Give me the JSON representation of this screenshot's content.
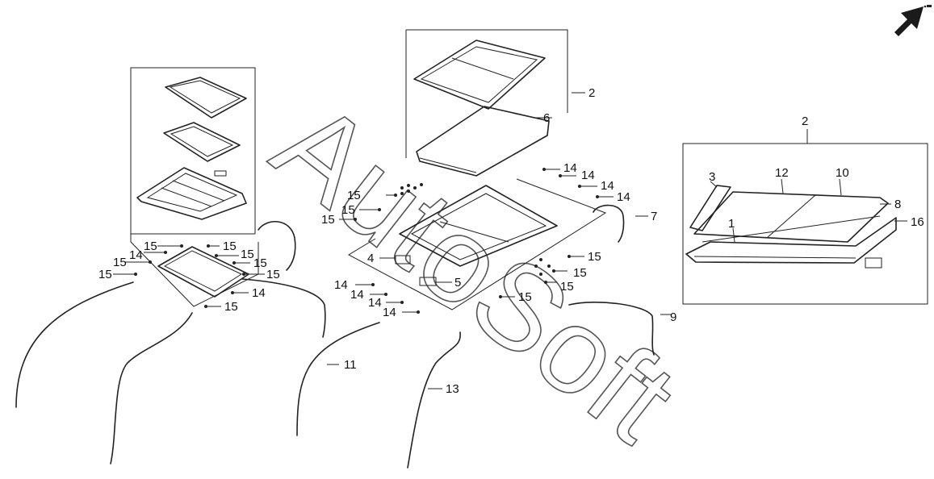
{
  "callouts": {
    "c1": "1",
    "c2a": "2",
    "c2b": "2",
    "c3": "3",
    "c4": "4",
    "c5": "5",
    "c6": "6",
    "c7": "7",
    "c8": "8",
    "c9": "9",
    "c10": "10",
    "c11": "11",
    "c12": "12",
    "c13": "13",
    "c16": "16",
    "p14": "14",
    "p15": "15"
  },
  "watermark": "AutoSoft",
  "colors": {
    "line": "#222222",
    "text": "#111111",
    "watermark": "#555555",
    "arrow": "#1a1a1a"
  },
  "icons": {
    "orientation": "north-east-arrow-icon"
  }
}
